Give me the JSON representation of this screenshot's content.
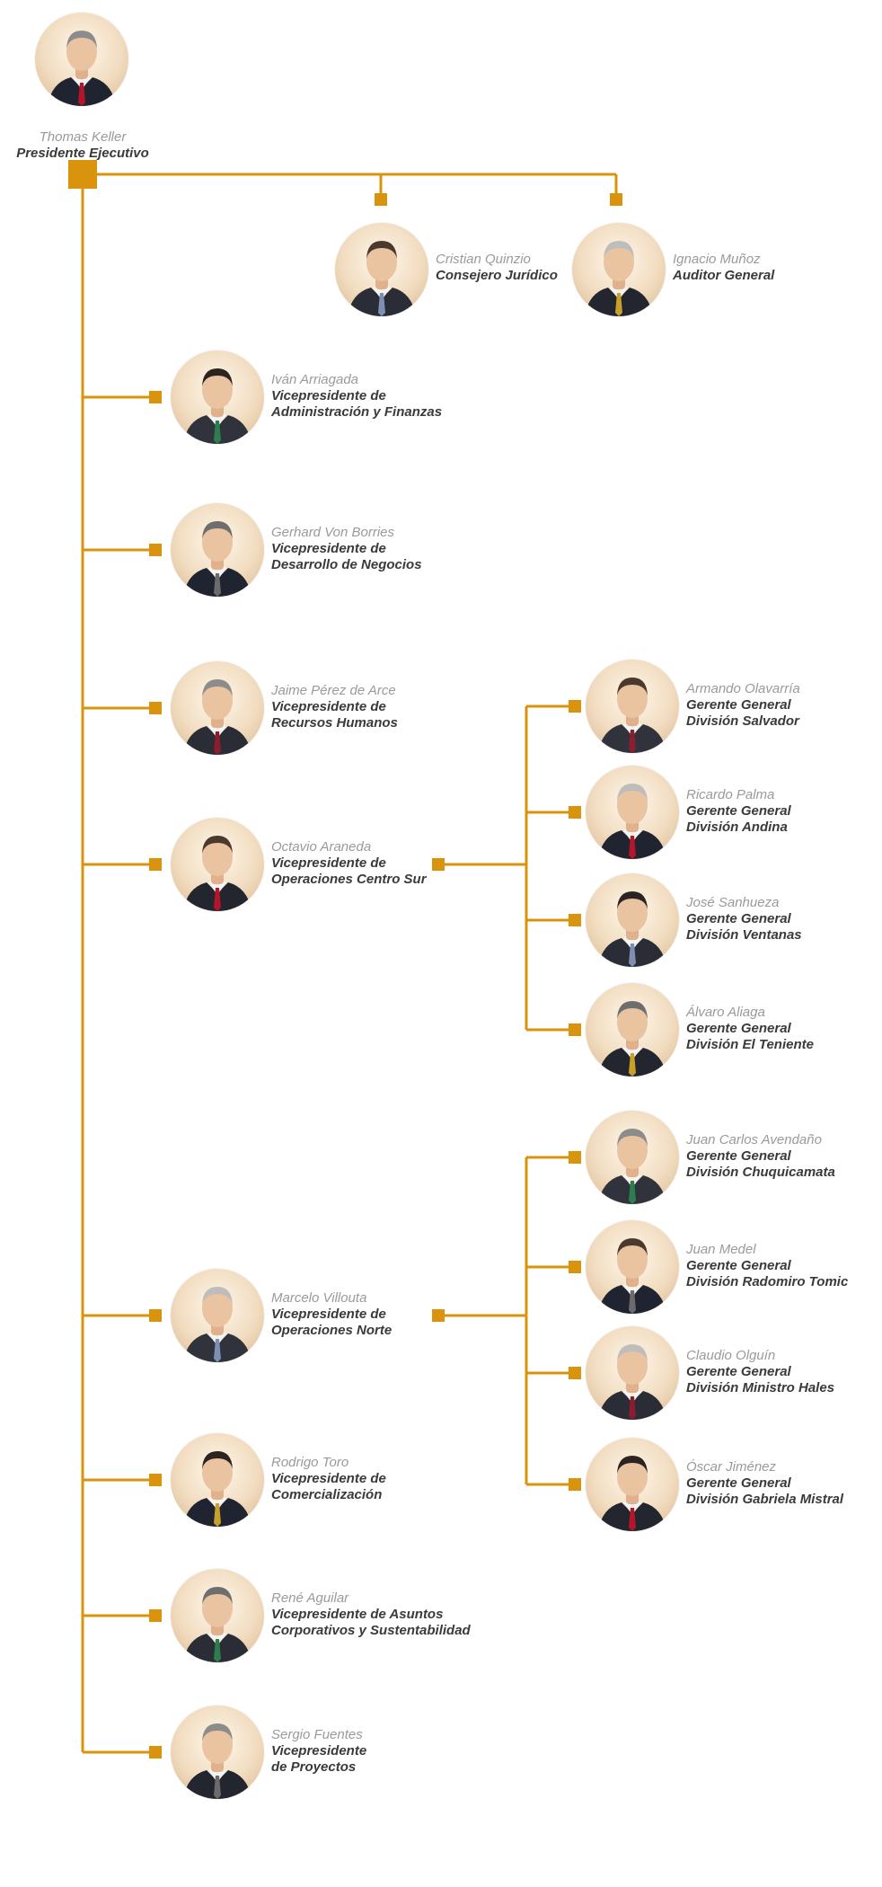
{
  "colors": {
    "connector": "#D9930C",
    "name": "#9A9A9A",
    "title": "#3A3A3A"
  },
  "people": {
    "keller": {
      "name": "Thomas Keller",
      "title": [
        "Presidente Ejecutivo"
      ]
    },
    "quinzio": {
      "name": "Cristian Quinzio",
      "title": [
        "Consejero Jurídico"
      ]
    },
    "munoz": {
      "name": "Ignacio Muñoz",
      "title": [
        "Auditor General"
      ]
    },
    "arriagada": {
      "name": "Iván Arriagada",
      "title": [
        "Vicepresidente de",
        "Administración y Finanzas"
      ]
    },
    "borries": {
      "name": "Gerhard Von Borries",
      "title": [
        "Vicepresidente de",
        "Desarrollo de Negocios"
      ]
    },
    "perez": {
      "name": "Jaime Pérez de Arce",
      "title": [
        "Vicepresidente de",
        "Recursos Humanos"
      ]
    },
    "araneda": {
      "name": "Octavio Araneda",
      "title": [
        "Vicepresidente de",
        "Operaciones Centro Sur"
      ]
    },
    "villouta": {
      "name": "Marcelo Villouta",
      "title": [
        "Vicepresidente de",
        "Operaciones Norte"
      ]
    },
    "toro": {
      "name": "Rodrigo Toro",
      "title": [
        "Vicepresidente de",
        "Comercialización"
      ]
    },
    "aguilar": {
      "name": "René Aguilar",
      "title": [
        "Vicepresidente de Asuntos",
        "Corporativos y Sustentabilidad"
      ]
    },
    "fuentes": {
      "name": "Sergio Fuentes",
      "title": [
        "Vicepresidente",
        "de Proyectos"
      ]
    },
    "olavarria": {
      "name": "Armando Olavarría",
      "title": [
        "Gerente General",
        "División Salvador"
      ]
    },
    "palma": {
      "name": "Ricardo Palma",
      "title": [
        "Gerente General",
        "División Andina"
      ]
    },
    "sanhueza": {
      "name": "José Sanhueza",
      "title": [
        "Gerente General",
        "División Ventanas"
      ]
    },
    "aliaga": {
      "name": "Álvaro Aliaga",
      "title": [
        "Gerente General",
        "División El Teniente"
      ]
    },
    "avendano": {
      "name": "Juan Carlos Avendaño",
      "title": [
        "Gerente General",
        "División Chuquicamata"
      ]
    },
    "medel": {
      "name": "Juan Medel",
      "title": [
        "Gerente General",
        "División Radomiro Tomic"
      ]
    },
    "olguin": {
      "name": "Claudio Olguín",
      "title": [
        "Gerente General",
        "División Ministro Hales"
      ]
    },
    "jimenez": {
      "name": "Óscar Jiménez",
      "title": [
        "Gerente General",
        "División Gabriela Mistral"
      ]
    }
  }
}
